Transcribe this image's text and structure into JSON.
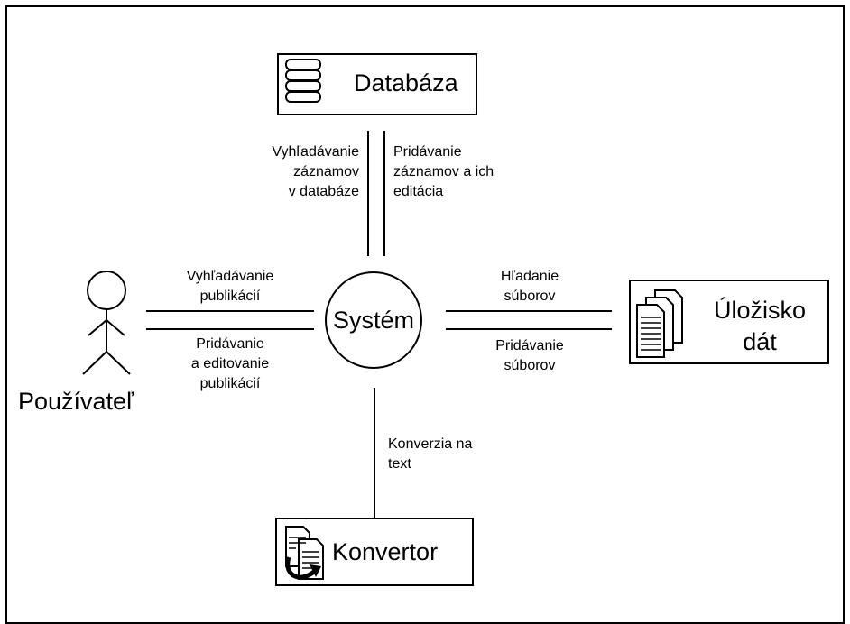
{
  "nodes": {
    "database": "Databáza",
    "system": "Systém",
    "storage_line1": "Úložisko",
    "storage_line2": "dát",
    "converter": "Konvertor",
    "user": "Používateľ"
  },
  "edges": {
    "db_search": [
      "Vyhľadávanie",
      "záznamov",
      "v databáze"
    ],
    "db_add": [
      "Pridávanie",
      "záznamov a ich",
      "editácia"
    ],
    "user_search": [
      "Vyhľadávanie",
      "publikácií"
    ],
    "user_add": [
      "Pridávanie",
      "a editovanie",
      "publikácií"
    ],
    "storage_search": [
      "Hľadanie",
      "súborov"
    ],
    "storage_add": [
      "Pridávanie",
      "súborov"
    ],
    "convert": [
      "Konverzia na",
      "text"
    ]
  },
  "icons": {
    "database": "database-icon",
    "storage": "documents-icon",
    "converter": "document-convert-icon",
    "user": "stick-figure-icon"
  }
}
